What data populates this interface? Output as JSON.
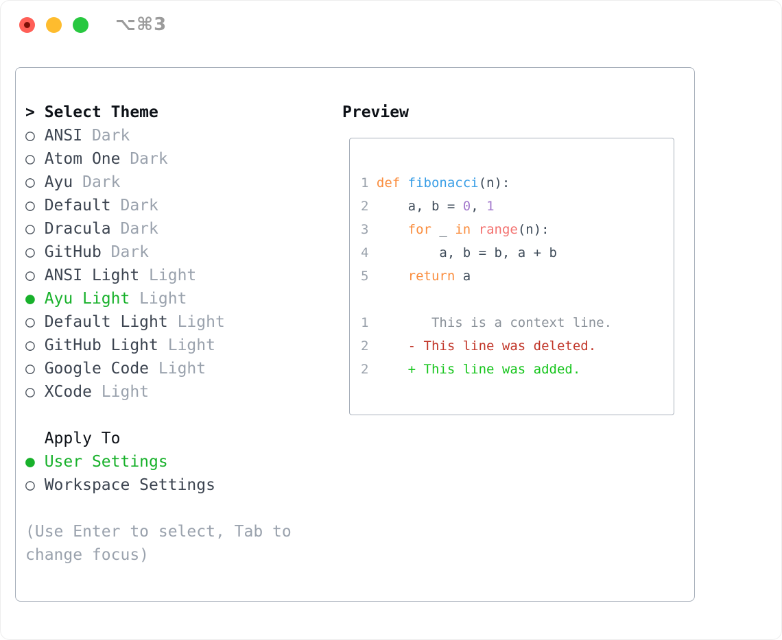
{
  "titlebar": {
    "shortcut": "⌥⌘3"
  },
  "colors": {
    "window-bg": "#ffffff",
    "panel-border": "#a7afba",
    "text-strong": "#0d1117",
    "text-main": "#3c4450",
    "text-muted": "#9aa2ad",
    "accent-green": "#18b12b",
    "traffic-red": "#ff5f57",
    "traffic-red-dot": "#7d1007",
    "traffic-yellow": "#febc2e",
    "traffic-green": "#28c840",
    "title-gray": "#9b9b9b",
    "code-plain": "#3e4b59",
    "code-keyword": "#fa8d3e",
    "code-func": "#399ee6",
    "code-number": "#a37acc",
    "code-builtin": "#f3716f",
    "code-linenum": "#99a1ab",
    "diff-context": "#8a9199",
    "diff-deleted": "#c13528",
    "diff-added": "#16c51c"
  },
  "theme_list": {
    "header_marker": ">",
    "header": "Select Theme",
    "unselected_marker": "○",
    "selected_marker": "●",
    "items": [
      {
        "name": "ANSI",
        "variant": "Dark",
        "selected": false
      },
      {
        "name": "Atom One",
        "variant": "Dark",
        "selected": false
      },
      {
        "name": "Ayu",
        "variant": "Dark",
        "selected": false
      },
      {
        "name": "Default",
        "variant": "Dark",
        "selected": false
      },
      {
        "name": "Dracula",
        "variant": "Dark",
        "selected": false
      },
      {
        "name": "GitHub",
        "variant": "Dark",
        "selected": false
      },
      {
        "name": "ANSI Light",
        "variant": "Light",
        "selected": false
      },
      {
        "name": "Ayu Light",
        "variant": "Light",
        "selected": true
      },
      {
        "name": "Default Light",
        "variant": "Light",
        "selected": false
      },
      {
        "name": "GitHub Light",
        "variant": "Light",
        "selected": false
      },
      {
        "name": "Google Code",
        "variant": "Light",
        "selected": false
      },
      {
        "name": "XCode",
        "variant": "Light",
        "selected": false
      }
    ]
  },
  "apply_to": {
    "header": "Apply To",
    "options": [
      {
        "label": "User Settings",
        "selected": true
      },
      {
        "label": "Workspace Settings",
        "selected": false
      }
    ]
  },
  "footer_hint": "(Use Enter to select, Tab to change focus)",
  "preview": {
    "header": "Preview",
    "code_lines": [
      {
        "num": "1",
        "tokens": [
          [
            "k",
            "def "
          ],
          [
            "f",
            "fibonacci"
          ],
          [
            "p",
            "(n):"
          ]
        ]
      },
      {
        "num": "2",
        "tokens": [
          [
            "p",
            "    a, b = "
          ],
          [
            "n",
            "0"
          ],
          [
            "p",
            ", "
          ],
          [
            "n",
            "1"
          ]
        ]
      },
      {
        "num": "3",
        "tokens": [
          [
            "p",
            "    "
          ],
          [
            "k",
            "for"
          ],
          [
            "p",
            " _ "
          ],
          [
            "k",
            "in"
          ],
          [
            "p",
            " "
          ],
          [
            "r",
            "range"
          ],
          [
            "p",
            "(n):"
          ]
        ]
      },
      {
        "num": "4",
        "tokens": [
          [
            "p",
            "        a, b = b, a + b"
          ]
        ]
      },
      {
        "num": "5",
        "tokens": [
          [
            "p",
            "    "
          ],
          [
            "k",
            "return"
          ],
          [
            "p",
            " a"
          ]
        ]
      }
    ],
    "diff_lines": [
      {
        "num": "1",
        "body": "        This is a context line.",
        "type": "context"
      },
      {
        "num": "2",
        "body": "     - This line was deleted.",
        "type": "deleted"
      },
      {
        "num": "2",
        "body": "     + This line was added.",
        "type": "added"
      }
    ]
  }
}
